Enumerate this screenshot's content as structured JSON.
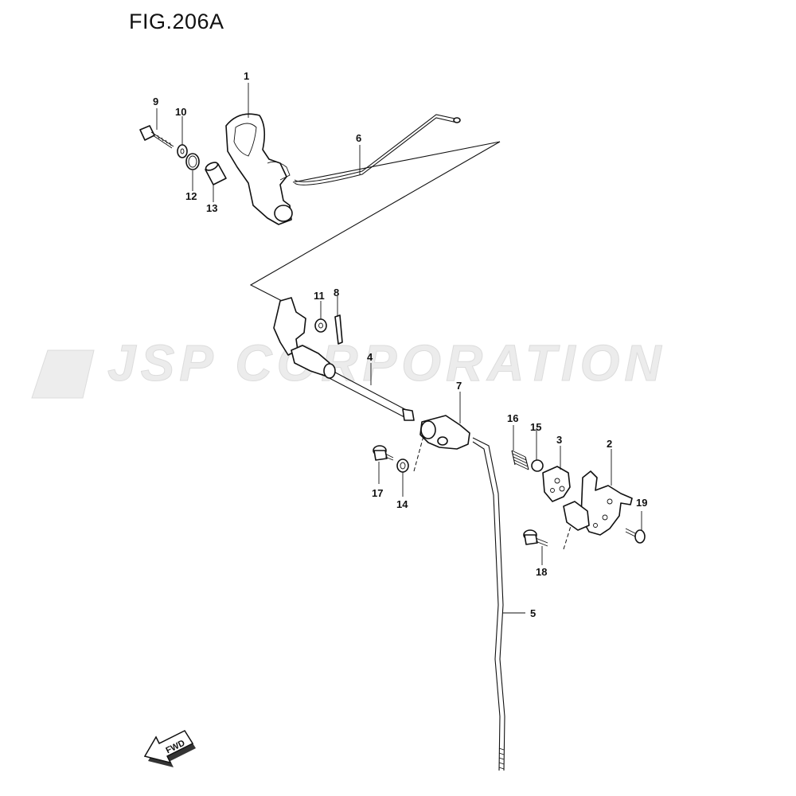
{
  "figure": {
    "title": "FIG.206A"
  },
  "watermark": {
    "text": "JSP CORPORATION"
  },
  "fwd_arrow": {
    "label": "FWD"
  },
  "callouts": {
    "c1": "1",
    "c2": "2",
    "c3": "3",
    "c4": "4",
    "c5": "5",
    "c6": "6",
    "c7": "7",
    "c8": "8",
    "c9": "9",
    "c10": "10",
    "c11": "11",
    "c12": "12",
    "c13": "13",
    "c14": "14",
    "c15": "15",
    "c16": "16",
    "c17": "17",
    "c18": "18",
    "c19": "19"
  }
}
